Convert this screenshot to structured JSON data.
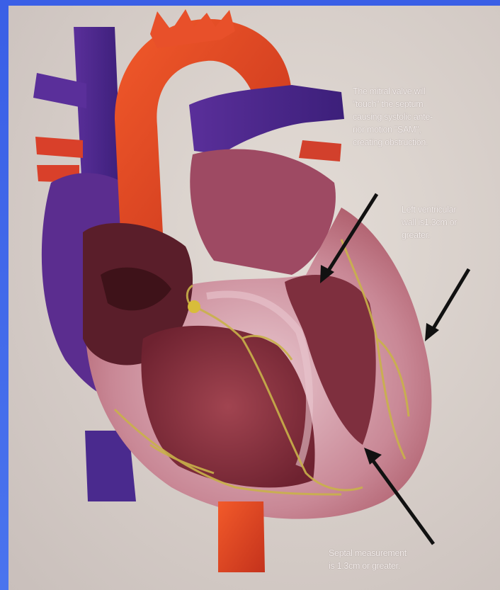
{
  "annotations": {
    "sam": "The mitral valve will\n\"touch\" the septum\ncausing systolic ante-\nrior motion \"SAM\",\ncreating obstruction.",
    "lv_wall": "Left ventricular\nwall is1.3cm or\ngreater.",
    "septal": "Septal measurement\nis 1.3cm or greater."
  },
  "colors": {
    "frame": "#3d63e8",
    "aorta": "#e2401f",
    "vein": "#4a2a8e",
    "muscle": "#8e2f3a",
    "wall": "#c77a8a",
    "nerve": "#c9b24a"
  },
  "icons": [
    "arrow-icon"
  ]
}
